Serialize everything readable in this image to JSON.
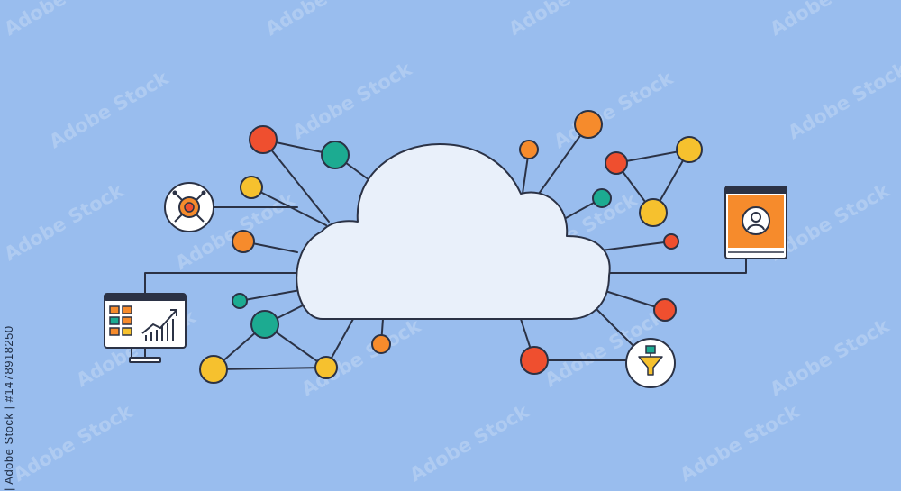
{
  "watermark": {
    "text": "Adobe Stock",
    "color": "#ffffff"
  },
  "stock_id": "| Adobe Stock | #1478918250",
  "colors": {
    "background": "#99bdee",
    "cloud_fill": "#e9f0fa",
    "line": "#2b3245",
    "red": "#ef4f2f",
    "orange": "#f68b2c",
    "yellow": "#f6c12e",
    "teal": "#1cab91",
    "white": "#ffffff"
  },
  "diagram": {
    "center": "cloud",
    "devices": [
      {
        "name": "analytics-monitor-icon",
        "content": [
          "bar-grid",
          "rising-line-chart"
        ]
      },
      {
        "name": "user-tablet-icon",
        "content": [
          "user-avatar"
        ]
      }
    ],
    "badges": [
      {
        "name": "target-badge-icon",
        "symbol": "crossed-target"
      },
      {
        "name": "filter-badge-icon",
        "symbol": "funnel"
      }
    ]
  }
}
